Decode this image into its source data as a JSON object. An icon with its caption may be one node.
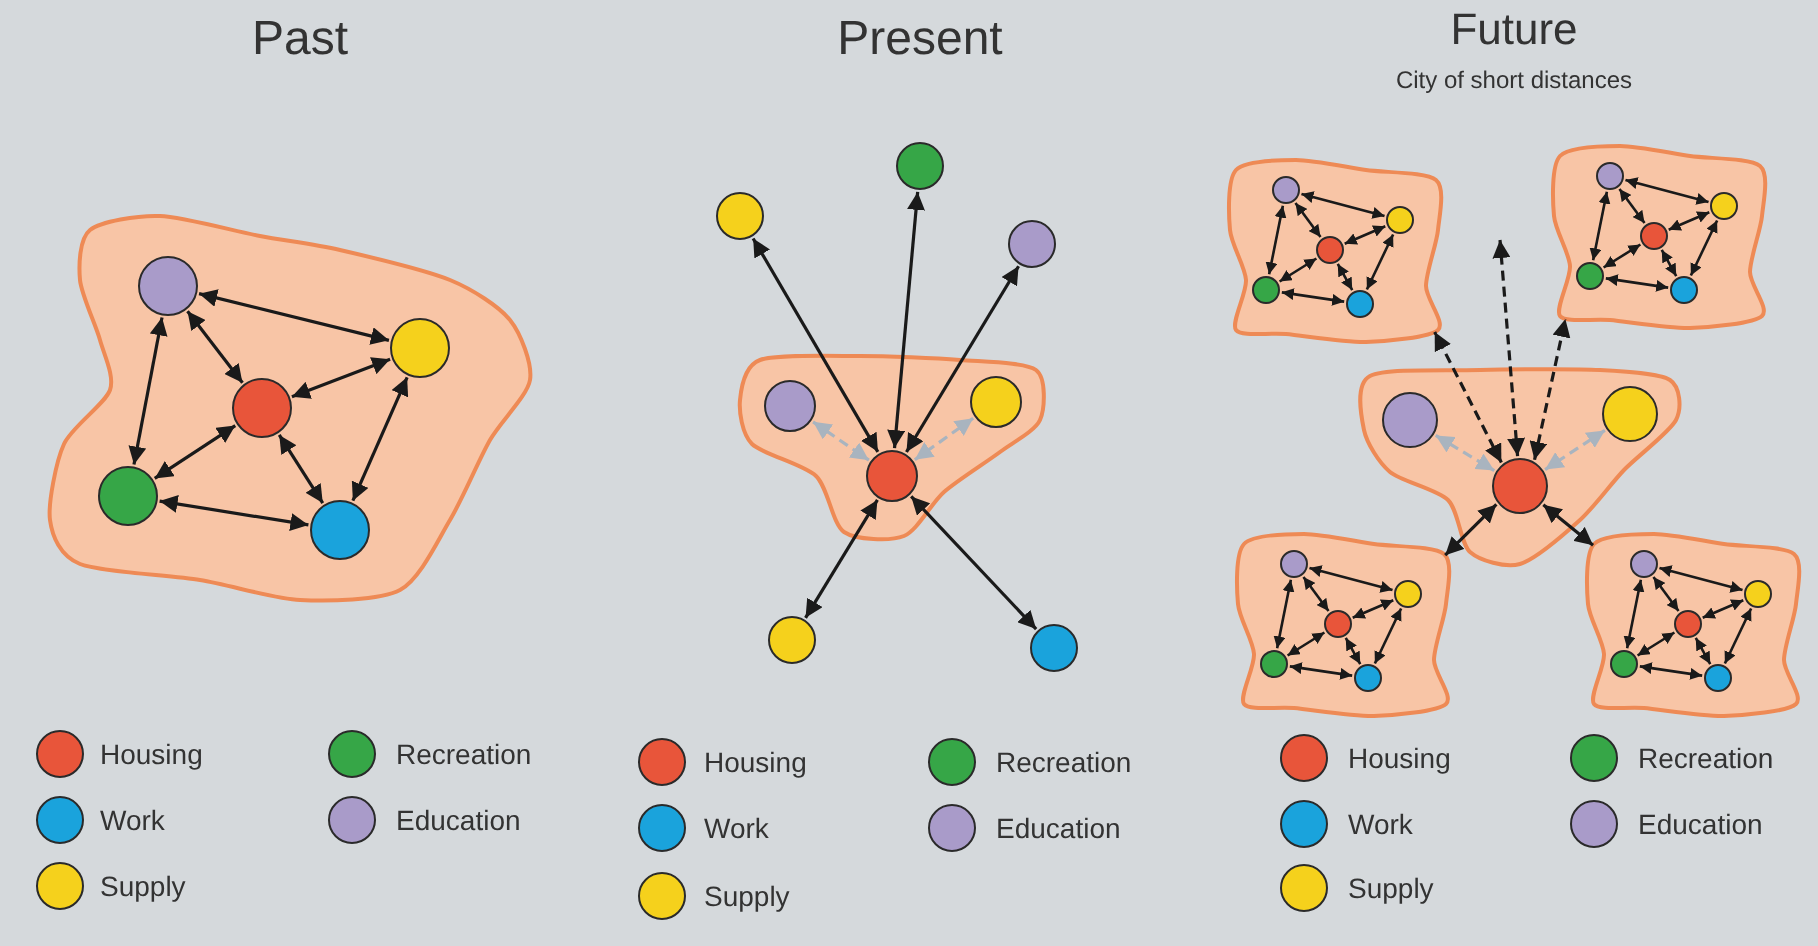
{
  "diagram": {
    "nodes": [
      {
        "text": [],
        "shape": "blob"
      },
      {
        "text": [],
        "shape": "circle",
        "in": 0
      },
      {
        "text": [],
        "shape": "circle",
        "in": 0
      },
      {
        "text": [],
        "shape": "circle",
        "in": 0
      },
      {
        "text": [],
        "shape": "circle",
        "in": 0
      },
      {
        "text": [],
        "shape": "circle",
        "in": 0
      },
      {
        "text": [],
        "shape": "circle"
      },
      {
        "text": [],
        "shape": "circle"
      },
      {
        "text": [],
        "shape": "circle"
      },
      {
        "text": [],
        "shape": "blob"
      },
      {
        "text": [],
        "shape": "circle",
        "in": 9
      },
      {
        "text": [],
        "shape": "circle",
        "in": 9
      },
      {
        "text": [],
        "shape": "circle",
        "in": 9
      },
      {
        "text": [],
        "shape": "circle"
      },
      {
        "text": [],
        "shape": "circle"
      },
      {
        "text": [],
        "shape": "blob"
      },
      {
        "text": [],
        "shape": "circle",
        "in": 15
      },
      {
        "text": [],
        "shape": "circle",
        "in": 15
      },
      {
        "text": [],
        "shape": "circle",
        "in": 15
      },
      {
        "text": [],
        "shape": "circle",
        "in": 15
      },
      {
        "text": [],
        "shape": "circle",
        "in": 15
      },
      {
        "text": [],
        "shape": "blob"
      },
      {
        "text": [],
        "shape": "circle",
        "in": 21
      },
      {
        "text": [],
        "shape": "circle",
        "in": 21
      },
      {
        "text": [],
        "shape": "circle",
        "in": 21
      },
      {
        "text": [],
        "shape": "circle",
        "in": 21
      },
      {
        "text": [],
        "shape": "circle",
        "in": 21
      },
      {
        "text": [],
        "shape": "blob"
      },
      {
        "text": [],
        "shape": "circle",
        "in": 27
      },
      {
        "text": [],
        "shape": "circle",
        "in": 27
      },
      {
        "text": [],
        "shape": "circle",
        "in": 27
      },
      {
        "text": [],
        "shape": "blob"
      },
      {
        "text": [],
        "shape": "circle",
        "in": 31
      },
      {
        "text": [],
        "shape": "circle",
        "in": 31
      },
      {
        "text": [],
        "shape": "circle",
        "in": 31
      },
      {
        "text": [],
        "shape": "circle",
        "in": 31
      },
      {
        "text": [],
        "shape": "circle",
        "in": 31
      },
      {
        "text": [],
        "shape": "blob"
      },
      {
        "text": [],
        "shape": "circle",
        "in": 37
      },
      {
        "text": [],
        "shape": "circle",
        "in": 37
      },
      {
        "text": [],
        "shape": "circle",
        "in": 37
      },
      {
        "text": [],
        "shape": "circle",
        "in": 37
      },
      {
        "text": [],
        "shape": "circle",
        "in": 37
      }
    ],
    "edges": [
      {
        "from": 1,
        "to": 2,
        "arrow": "both"
      },
      {
        "from": 1,
        "to": 3,
        "arrow": "both"
      },
      {
        "from": 1,
        "to": 4,
        "arrow": "both"
      },
      {
        "from": 2,
        "to": 3,
        "arrow": "both"
      },
      {
        "from": 2,
        "to": 5,
        "arrow": "both"
      },
      {
        "from": 3,
        "to": 4,
        "arrow": "both"
      },
      {
        "from": 3,
        "to": 5,
        "arrow": "both"
      },
      {
        "from": 4,
        "to": 5,
        "arrow": "both"
      },
      {
        "from": 12,
        "to": 6,
        "arrow": "both"
      },
      {
        "from": 12,
        "to": 7,
        "arrow": "both"
      },
      {
        "from": 12,
        "to": 8,
        "arrow": "both"
      },
      {
        "from": 12,
        "to": 13,
        "arrow": "both"
      },
      {
        "from": 12,
        "to": 14,
        "arrow": "both"
      },
      {
        "from": 10,
        "to": 12,
        "arrow": "both",
        "style": "dashed",
        "color": "#a9b4bf"
      },
      {
        "from": 11,
        "to": 12,
        "arrow": "both",
        "style": "dashed",
        "color": "#a9b4bf"
      },
      {
        "from": 28,
        "to": 30,
        "arrow": "both",
        "style": "dashed",
        "color": "#a9b4bf"
      },
      {
        "from": 29,
        "to": 30,
        "arrow": "both",
        "style": "dashed",
        "color": "#a9b4bf"
      },
      {
        "from": 30,
        "to": 15,
        "arrow": "both",
        "style": "dashed"
      },
      {
        "from": 30,
        "to": null,
        "arrow": "both",
        "style": "dashed"
      },
      {
        "from": 30,
        "to": 21,
        "arrow": "both",
        "style": "dashed"
      },
      {
        "from": 30,
        "to": 31,
        "arrow": "both"
      },
      {
        "from": 30,
        "to": 37,
        "arrow": "both"
      },
      {
        "from": 16,
        "to": 17,
        "arrow": "both"
      },
      {
        "from": 16,
        "to": 18,
        "arrow": "both"
      },
      {
        "from": 16,
        "to": 19,
        "arrow": "both"
      },
      {
        "from": 17,
        "to": 18,
        "arrow": "both"
      },
      {
        "from": 17,
        "to": 20,
        "arrow": "both"
      },
      {
        "from": 18,
        "to": 19,
        "arrow": "both"
      },
      {
        "from": 18,
        "to": 20,
        "arrow": "both"
      },
      {
        "from": 19,
        "to": 20,
        "arrow": "both"
      },
      {
        "from": 22,
        "to": 23,
        "arrow": "both"
      },
      {
        "from": 22,
        "to": 24,
        "arrow": "both"
      },
      {
        "from": 22,
        "to": 25,
        "arrow": "both"
      },
      {
        "from": 23,
        "to": 24,
        "arrow": "both"
      },
      {
        "from": 23,
        "to": 26,
        "arrow": "both"
      },
      {
        "from": 24,
        "to": 25,
        "arrow": "both"
      },
      {
        "from": 24,
        "to": 26,
        "arrow": "both"
      },
      {
        "from": 25,
        "to": 26,
        "arrow": "both"
      },
      {
        "from": 32,
        "to": 33,
        "arrow": "both"
      },
      {
        "from": 32,
        "to": 34,
        "arrow": "both"
      },
      {
        "from": 32,
        "to": 35,
        "arrow": "both"
      },
      {
        "from": 33,
        "to": 34,
        "arrow": "both"
      },
      {
        "from": 33,
        "to": 36,
        "arrow": "both"
      },
      {
        "from": 34,
        "to": 35,
        "arrow": "both"
      },
      {
        "from": 34,
        "to": 36,
        "arrow": "both"
      },
      {
        "from": 35,
        "to": 36,
        "arrow": "both"
      },
      {
        "from": 38,
        "to": 39,
        "arrow": "both"
      },
      {
        "from": 38,
        "to": 40,
        "arrow": "both"
      },
      {
        "from": 38,
        "to": 41,
        "arrow": "both"
      },
      {
        "from": 39,
        "to": 40,
        "arrow": "both"
      },
      {
        "from": 39,
        "to": 42,
        "arrow": "both"
      },
      {
        "from": 40,
        "to": 41,
        "arrow": "both"
      },
      {
        "from": 40,
        "to": 42,
        "arrow": "both"
      },
      {
        "from": 41,
        "to": 42,
        "arrow": "both"
      }
    ],
    "labels": [
      "Past",
      "Present",
      "Future",
      "City of short distances"
    ],
    "legend": [
      {
        "text": "Housing",
        "color": "#e8553a"
      },
      {
        "text": "Recreation",
        "color": "#36a647"
      },
      {
        "text": "Work",
        "color": "#1aa3dc"
      },
      {
        "text": "Education",
        "color": "#a99bc9"
      },
      {
        "text": "Supply",
        "color": "#f5d11c"
      },
      {
        "text": "Housing",
        "color": "#e8553a"
      },
      {
        "text": "Recreation",
        "color": "#36a647"
      },
      {
        "text": "Work",
        "color": "#1aa3dc"
      },
      {
        "text": "Education",
        "color": "#a99bc9"
      },
      {
        "text": "Supply",
        "color": "#f5d11c"
      },
      {
        "text": "Housing",
        "color": "#e8553a"
      },
      {
        "text": "Recreation",
        "color": "#36a647"
      },
      {
        "text": "Work",
        "color": "#1aa3dc"
      },
      {
        "text": "Education",
        "color": "#a99bc9"
      },
      {
        "text": "Supply",
        "color": "#f5d11c"
      }
    ]
  }
}
